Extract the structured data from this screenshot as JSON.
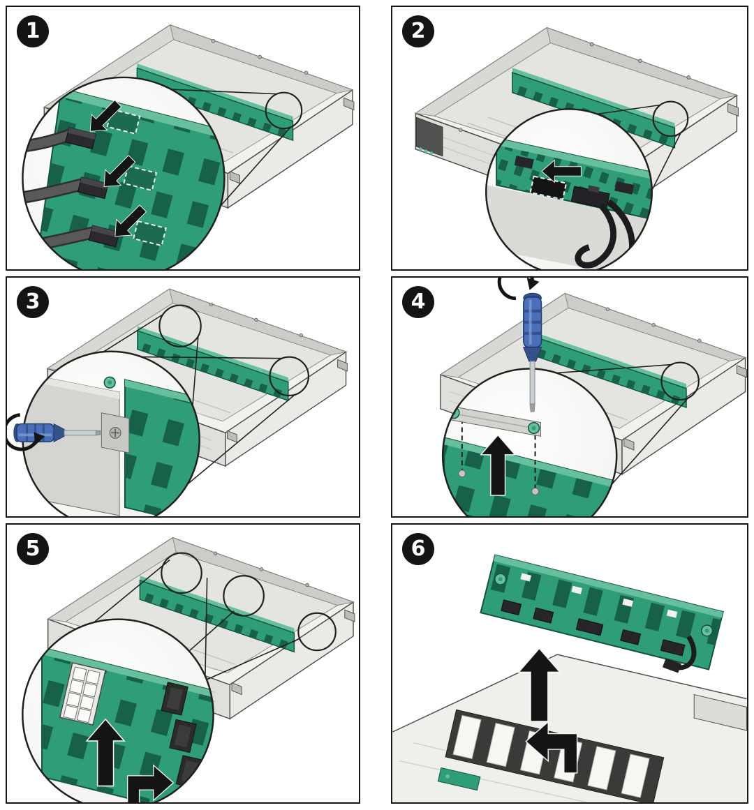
{
  "figure": {
    "panels": [
      {
        "number": "1"
      },
      {
        "number": "2"
      },
      {
        "number": "3"
      },
      {
        "number": "4"
      },
      {
        "number": "5"
      },
      {
        "number": "6"
      }
    ]
  },
  "colors": {
    "board_green": "#2f9d78",
    "board_green_dark": "#17604a",
    "board_green_light": "#66bf9d",
    "outline": "#1f1f1d",
    "arrow_black": "#141414",
    "screwdriver_blue": "#4a6fb8",
    "chassis_light": "#f1f1ee",
    "chassis_mid": "#e2e2df",
    "chassis_dark": "#cfcfcc",
    "background": "#ffffff"
  }
}
